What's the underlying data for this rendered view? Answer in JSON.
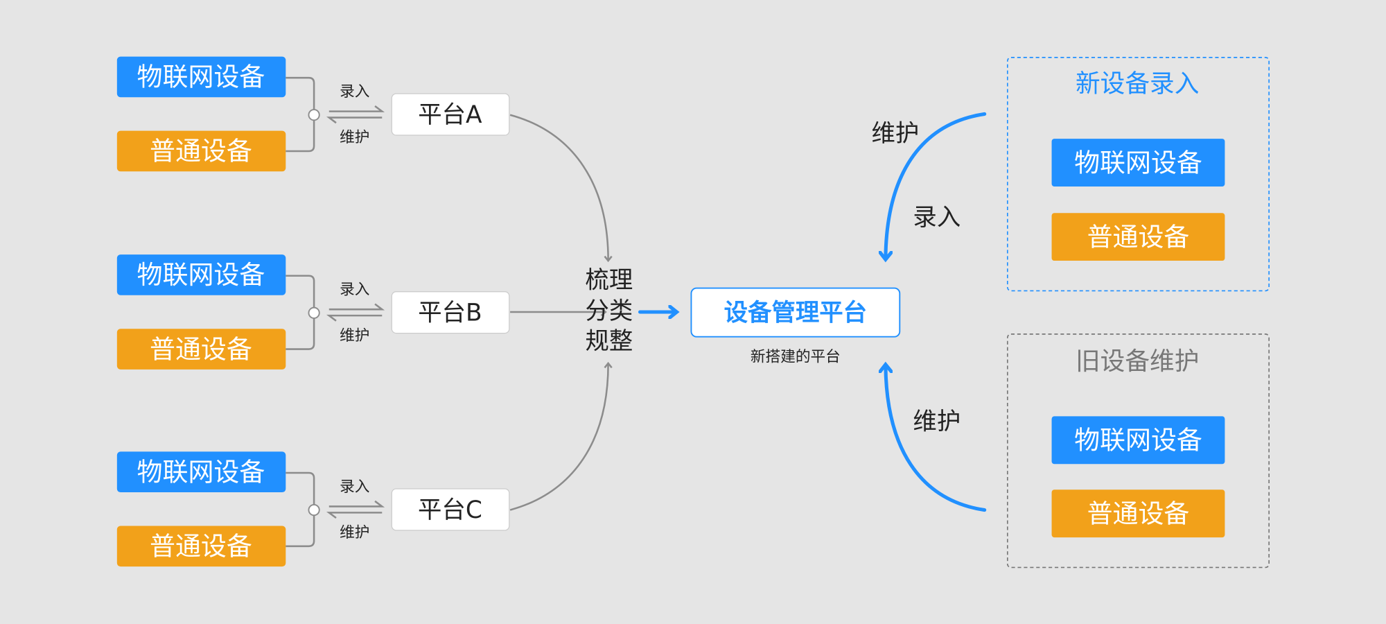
{
  "colors": {
    "blue": "#2190ff",
    "orange": "#f2a11a",
    "background": "#e5e5e5",
    "line": "#8c8c8c"
  },
  "left_groups": [
    {
      "iot": "物联网设备",
      "normal": "普通设备",
      "enter": "录入",
      "maintain": "维护",
      "platform": "平台A"
    },
    {
      "iot": "物联网设备",
      "normal": "普通设备",
      "enter": "录入",
      "maintain": "维护",
      "platform": "平台B"
    },
    {
      "iot": "物联网设备",
      "normal": "普通设备",
      "enter": "录入",
      "maintain": "维护",
      "platform": "平台C"
    }
  ],
  "merge_label": [
    "梳理",
    "分类",
    "规整"
  ],
  "center": {
    "title": "设备管理平台",
    "subtitle": "新搭建的平台"
  },
  "right_labels": {
    "top_maintain": "维护",
    "top_enter": "录入",
    "bottom_maintain": "维护"
  },
  "right_groups": [
    {
      "title": "新设备录入",
      "iot": "物联网设备",
      "normal": "普通设备"
    },
    {
      "title": "旧设备维护",
      "iot": "物联网设备",
      "normal": "普通设备"
    }
  ]
}
